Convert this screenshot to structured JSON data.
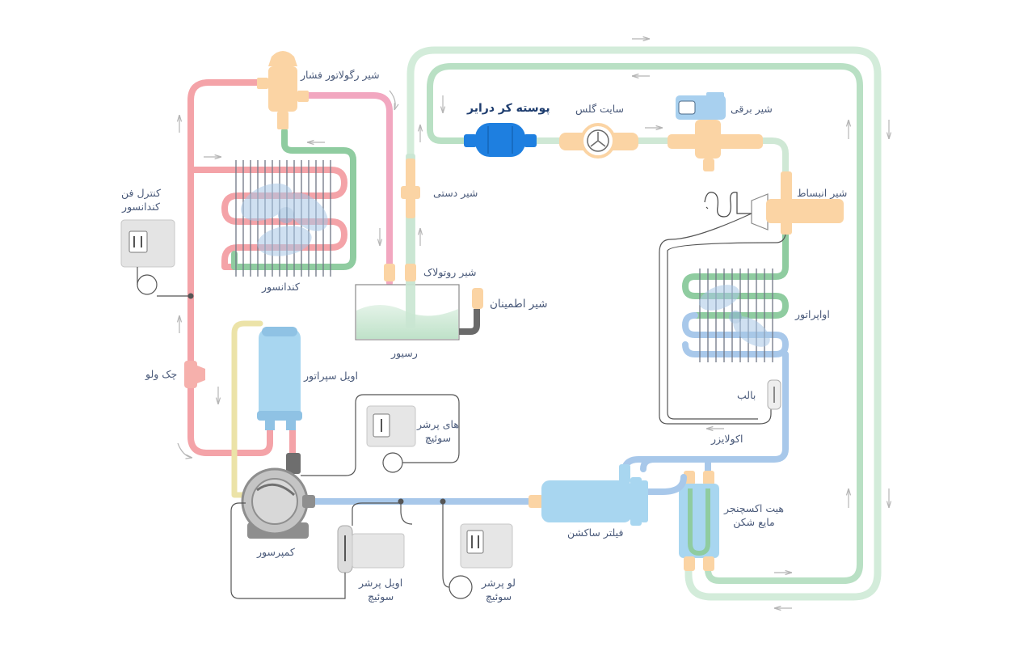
{
  "labels": {
    "pressure_regulator": "شیر رگولاتور فشار",
    "filter_drier": "پوسته کر درایر",
    "sight_glass": "سایت گلس",
    "solenoid_valve": "شیر برقی",
    "expansion_valve": "شیر انبساط",
    "hand_valve": "شیر دستی",
    "condenser_fan_control": [
      "کنترل فن",
      "کندانسور"
    ],
    "condenser": "کندانسور",
    "rotolock_valve": "شیر روتولاک",
    "safety_valve": "شیر اطمینان",
    "receiver": "رسیور",
    "evaporator": "اواپراتور",
    "check_valve": "چک ولو",
    "oil_separator": "اویل سپراتور",
    "bulb": "بالب",
    "equalizer": "اکولایزر",
    "high_pressure_switch": [
      "های پرشر",
      "سوئیچ"
    ],
    "heat_exchanger": [
      "هیت اکسچنجر",
      "مایع شکن"
    ],
    "suction_filter": "فیلتر ساکشن",
    "compressor": "کمپرسور",
    "oil_pressure_switch": [
      "اویل پرشر",
      "سوئیچ"
    ],
    "low_pressure_switch": [
      "لو پرشر",
      "سوئیچ"
    ]
  },
  "colors": {
    "hot_gas_line": "#f4a3a8",
    "discharge_line": "#f2a7c0",
    "liquid_line": "#cfe8d5",
    "condenser_return_line": "#8fcca0",
    "suction_line": "#a8c8ea",
    "oil_line": "#ece3a8",
    "brass": "#fbd4a4",
    "drier_blue": "#1e7fe0",
    "switch_gray": "#e6e6e6",
    "receiver_liquid": "#cfe8d5"
  }
}
